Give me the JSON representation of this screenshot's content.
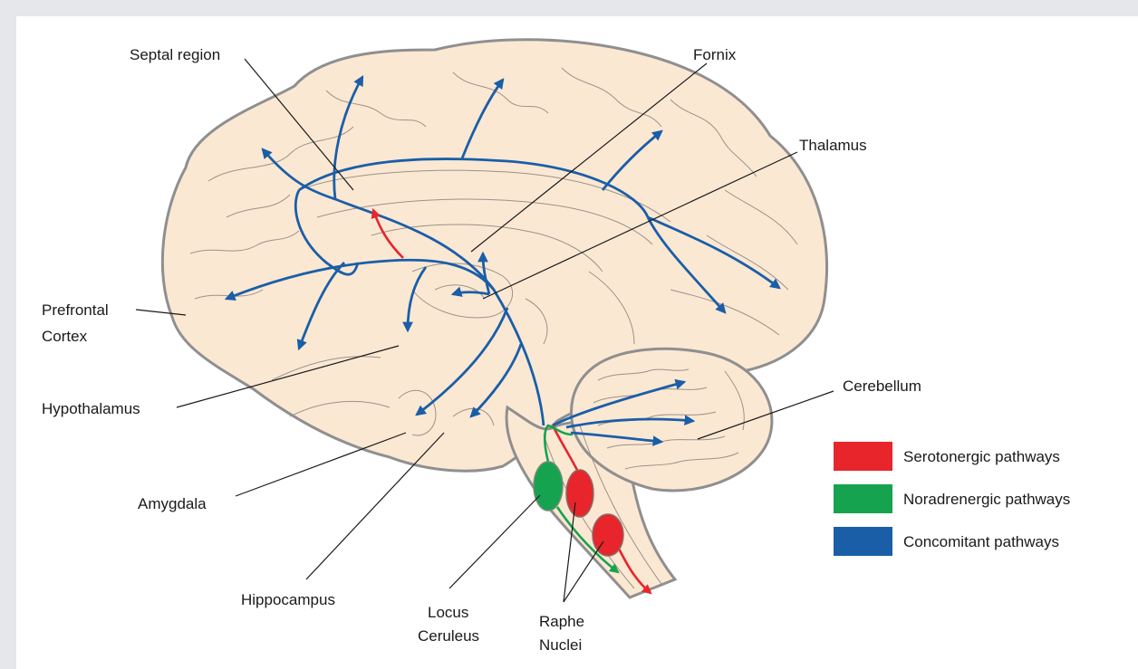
{
  "labels": {
    "septal_region": "Septal region",
    "fornix": "Fornix",
    "thalamus": "Thalamus",
    "prefrontal_line1": "Prefrontal",
    "prefrontal_line2": "Cortex",
    "hypothalamus": "Hypothalamus",
    "cerebellum": "Cerebellum",
    "amygdala": "Amygdala",
    "hippocampus": "Hippocampus",
    "locus_line1": "Locus",
    "locus_line2": "Ceruleus",
    "raphe_line1": "Raphe",
    "raphe_line2": "Nuclei"
  },
  "legend": [
    {
      "label": "Serotonergic pathways",
      "color": "#e8252a"
    },
    {
      "label": "Noradrenergic pathways",
      "color": "#16a34f"
    },
    {
      "label": "Concomitant pathways",
      "color": "#1a5ea8"
    }
  ],
  "colors": {
    "brain_fill": "#fbe8d3",
    "brain_outline": "#8f8f8f",
    "serotonergic": "#e8252a",
    "noradrenergic": "#16a34f",
    "concomitant": "#1a5ea8"
  }
}
